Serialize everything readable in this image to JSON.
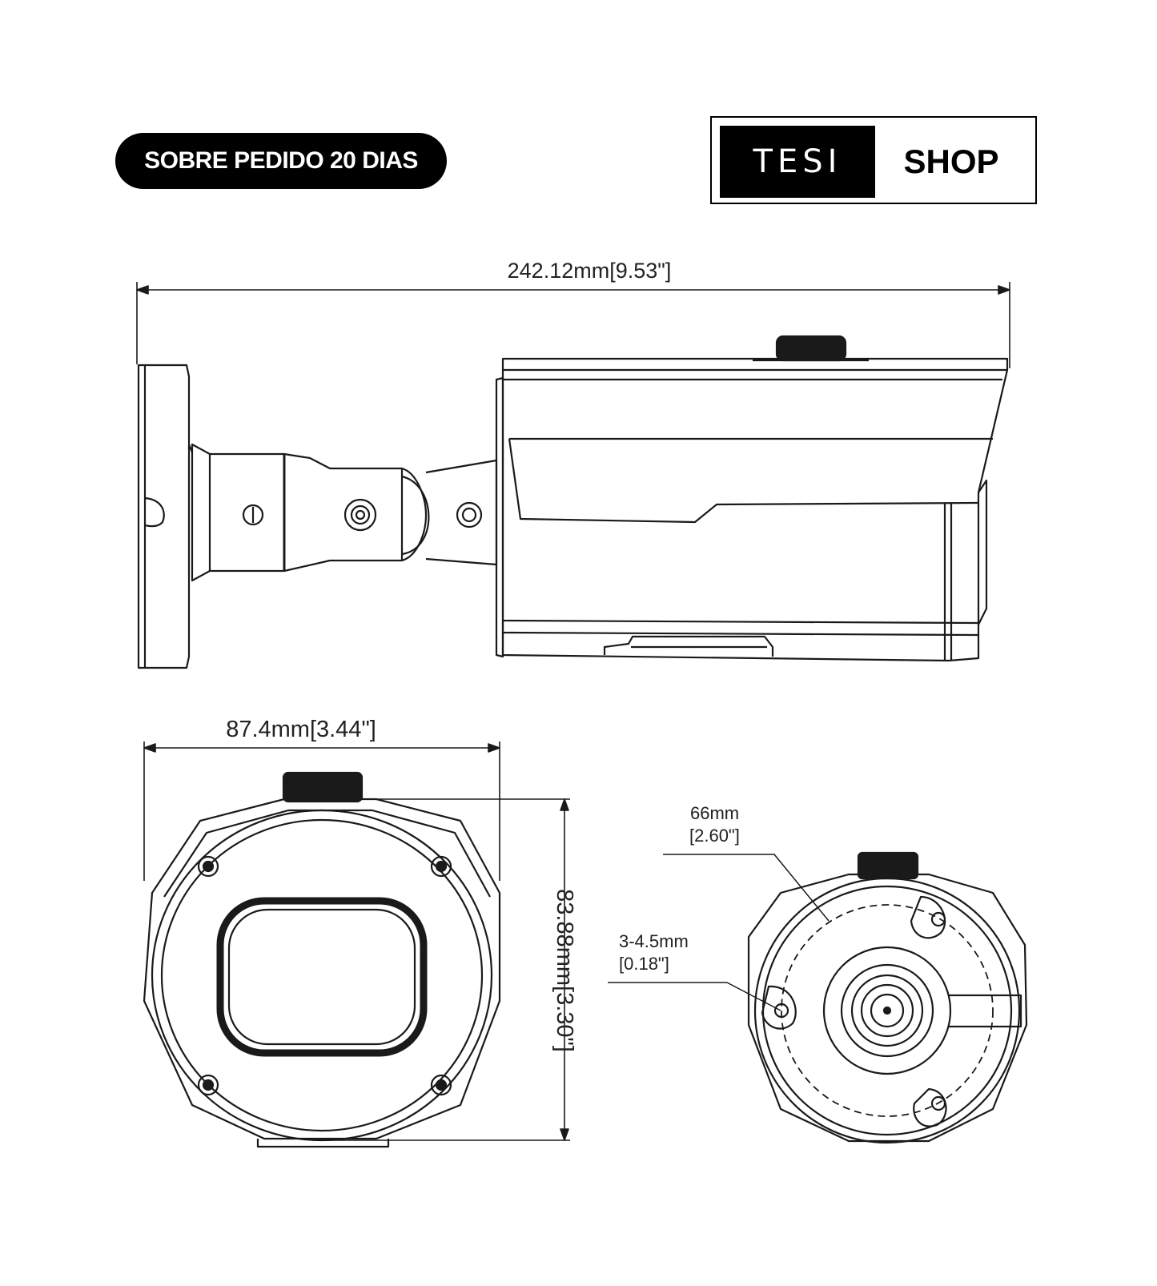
{
  "badge": {
    "text": "SOBRE PEDIDO 20 DIAS"
  },
  "logo": {
    "left_text": "TESI",
    "right_text": "SHOP"
  },
  "dimensions": {
    "overall_length": "242.12mm[9.53\"]",
    "width": "87.4mm[3.44\"]",
    "height": "83.88mm[3.30\"]",
    "bolt_circle_mm": "66mm",
    "bolt_circle_in": "[2.60\"]",
    "hole_mm": "3-4.5mm",
    "hole_in": "[0.18\"]"
  },
  "colors": {
    "ink": "#000000",
    "line": "#1a1a1a",
    "background": "#ffffff"
  }
}
